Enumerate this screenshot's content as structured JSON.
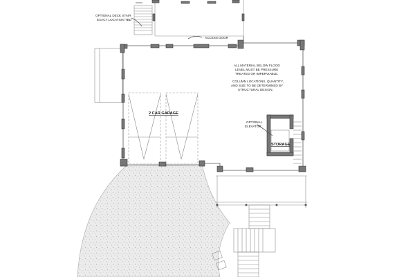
{
  "labels": {
    "deck_stair_line1": "OPTIONAL DECK STAIR",
    "deck_stair_line2": "EXACT LOCATION TBD",
    "access_door": "ACCESS DOOR",
    "flood_note_line1": "ALL MATERIAL BELOW FLOOD",
    "flood_note_line2": "LEVEL MUST BE PRESSURE",
    "flood_note_line3": "TREATED OR IMPERVIABLE.",
    "column_note_line1": "COLUMN LOCATIONS, QUANTITY,",
    "column_note_line2": "AND SIZE TO BE DETERMINED BY",
    "column_note_line3": "STRUCTURAL DESIGN.",
    "garage": "2 CAR GARAGE",
    "elevator_line1": "OPTIONAL",
    "elevator_line2": "ELEVATOR",
    "storage": "STORAGE"
  },
  "colors": {
    "wall_fill": "#777777",
    "line": "#555555",
    "gravel": "#e6e6e6"
  }
}
